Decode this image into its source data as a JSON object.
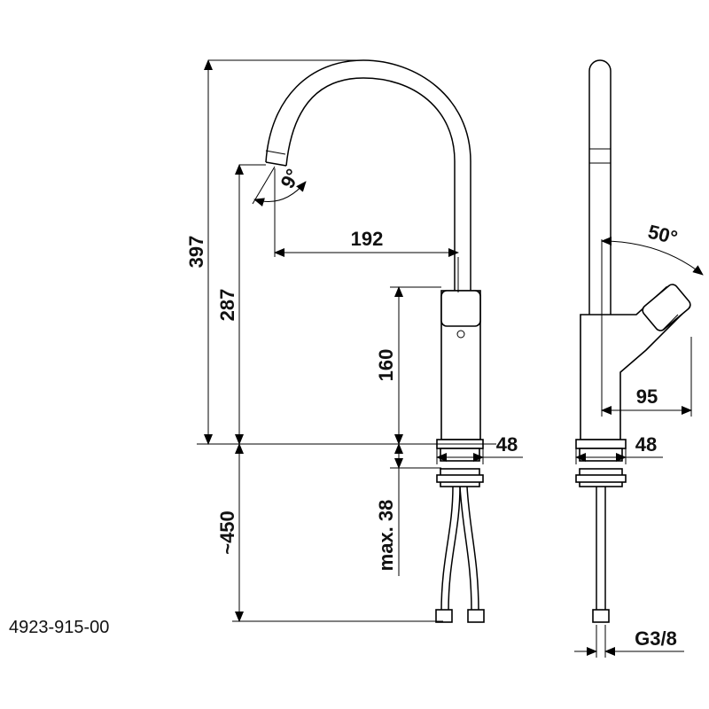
{
  "part_number": "4923-915-00",
  "dimensions": {
    "total_height": "397",
    "spout_height": "287",
    "reach": "192",
    "body_height": "160",
    "base_width": "48",
    "base_width_side": "48",
    "max_thickness": "max. 38",
    "hose_length": "~450",
    "handle_projection": "95",
    "thread": "G3/8"
  },
  "angles": {
    "spout_tilt": "9°",
    "handle_swing": "50°"
  }
}
